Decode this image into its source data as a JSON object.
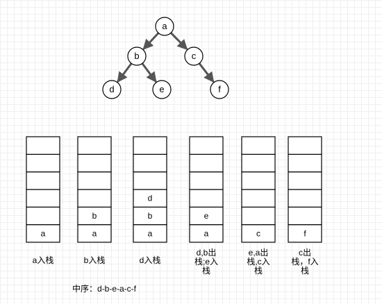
{
  "tree": {
    "nodes": [
      {
        "id": "a",
        "label": "a"
      },
      {
        "id": "b",
        "label": "b"
      },
      {
        "id": "c",
        "label": "c"
      },
      {
        "id": "d",
        "label": "d"
      },
      {
        "id": "e",
        "label": "e"
      },
      {
        "id": "f",
        "label": "f"
      }
    ],
    "edges": [
      [
        "a",
        "b"
      ],
      [
        "a",
        "c"
      ],
      [
        "b",
        "d"
      ],
      [
        "b",
        "e"
      ],
      [
        "c",
        "f"
      ]
    ]
  },
  "stacks": [
    {
      "cells": [
        "a"
      ],
      "caption": "a入栈"
    },
    {
      "cells": [
        "a",
        "b"
      ],
      "caption": "b入栈"
    },
    {
      "cells": [
        "a",
        "b",
        "d"
      ],
      "caption": "d入栈"
    },
    {
      "cells": [
        "a",
        "e"
      ],
      "caption": "d,b出\n栈;e入\n栈"
    },
    {
      "cells": [
        "c"
      ],
      "caption": "e,a出\n栈,c入\n栈"
    },
    {
      "cells": [
        "f"
      ],
      "caption": "c出\n栈，f入\n栈"
    }
  ],
  "stack_capacity": 6,
  "inorder_note": "中序：d-b-e-a-c-f",
  "colors": {
    "line": "#000000",
    "arrow": "#555555"
  }
}
